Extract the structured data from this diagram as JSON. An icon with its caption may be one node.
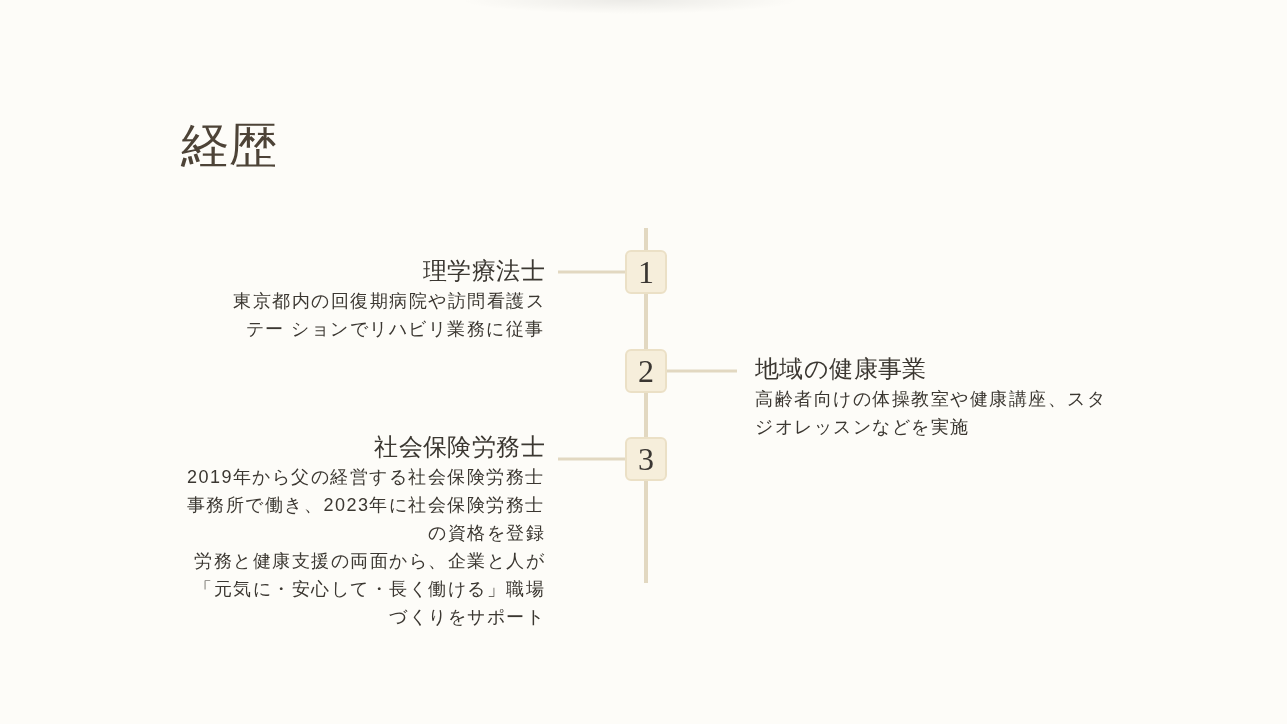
{
  "diagram": {
    "title": "経歴",
    "nodes": [
      {
        "text": [
          "理学療法士",
          "東京都内の回復期病院や訪問看護ステー ションでリハビリ業務に従事"
        ]
      },
      {
        "text": [
          "1"
        ]
      },
      {
        "text": [
          "2"
        ]
      },
      {
        "text": [
          "地域の健康事業",
          "高齢者向けの体操教室や健康講座、スタジオレッスンなどを実施"
        ]
      },
      {
        "text": [
          "社会保険労務士",
          "2019年から父の経営する社会保険労務士事務所で働き、2023年に社会保険労務士の資格を登録",
          "労務と健康支援の両面から、企業と人が「元気に・安心して・長く働ける」職場づくりをサポート"
        ]
      },
      {
        "text": [
          "3"
        ]
      }
    ],
    "edges": [
      {
        "from": null,
        "to": 1,
        "arrow": "none"
      },
      {
        "from": 0,
        "to": 1,
        "arrow": "none"
      },
      {
        "from": 1,
        "to": 2,
        "arrow": "none"
      },
      {
        "from": 2,
        "to": 3,
        "arrow": "none"
      },
      {
        "from": 2,
        "to": 5,
        "arrow": "none"
      },
      {
        "from": 4,
        "to": 5,
        "arrow": "none"
      },
      {
        "from": 5,
        "to": null,
        "arrow": "none"
      }
    ]
  }
}
